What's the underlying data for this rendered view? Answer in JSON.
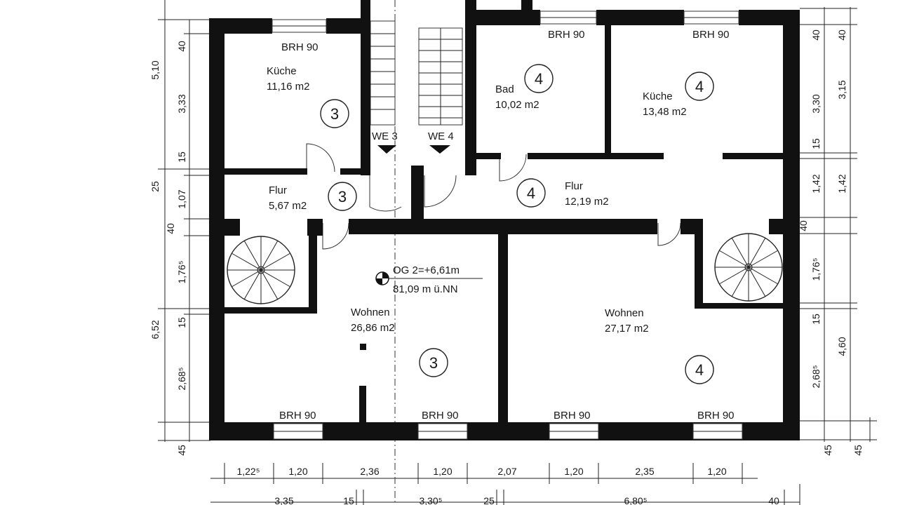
{
  "stair_labels": {
    "we3": "WE 3",
    "we4": "WE 4"
  },
  "rooms": {
    "kueche3": {
      "name": "Küche",
      "area": "11,16 m2",
      "unit": "3",
      "brh": "BRH 90"
    },
    "flur3": {
      "name": "Flur",
      "area": "5,67 m2",
      "unit": "3"
    },
    "wohnen3": {
      "name": "Wohnen",
      "area": "26,86 m2",
      "unit": "3",
      "brh_left": "BRH 90",
      "brh_right": "BRH 90"
    },
    "bad4": {
      "name": "Bad",
      "area": "10,02 m2",
      "unit": "4",
      "brh": "BRH 90"
    },
    "kueche4": {
      "name": "Küche",
      "area": "13,48 m2",
      "unit": "4",
      "brh": "BRH 90"
    },
    "flur4": {
      "name": "Flur",
      "area": "12,19 m2",
      "unit": "4"
    },
    "wohnen4": {
      "name": "Wohnen",
      "area": "27,17 m2",
      "unit": "4",
      "brh_left": "BRH 90",
      "brh_right": "BRH 90"
    }
  },
  "level_marker": {
    "line1": "OG 2=+6,61m",
    "line2": "81,09 m ü.NN"
  },
  "dims_left_outer": [
    "5,10",
    "6,52"
  ],
  "dims_left_inner": [
    "40",
    "3,33",
    "15",
    "25",
    "1,07",
    "40",
    "1,76⁵",
    "15",
    "2,68⁵",
    "45"
  ],
  "dims_right_inner": [
    "40",
    "3,30",
    "15",
    "1,42",
    "40",
    "1,76⁵",
    "15",
    "2,68⁵",
    "45"
  ],
  "dims_right_outer": [
    "40",
    "3,15",
    "1,42",
    "4,60",
    "45"
  ],
  "dims_bottom_row1": [
    "1,22⁵",
    "1,20",
    "2,36",
    "1,20",
    "2,07",
    "1,20",
    "2,35",
    "1,20"
  ],
  "dims_bottom_row2": [
    "3,35",
    "15",
    "3,30⁵",
    "25",
    "6,80⁵",
    "40"
  ]
}
